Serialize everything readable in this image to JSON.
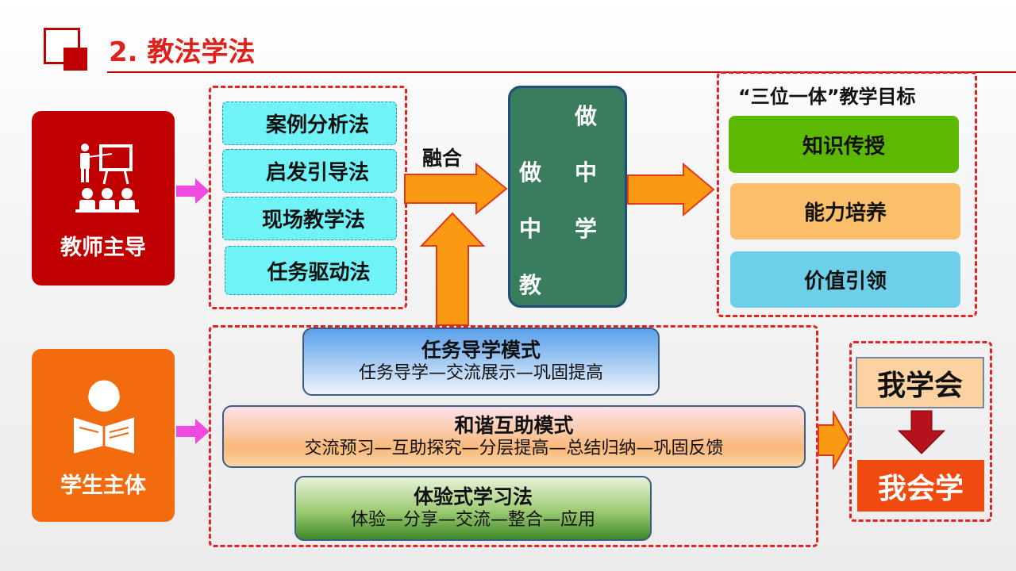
{
  "title": "2. 教法学法",
  "teacher": {
    "label": "教师主导",
    "icon": "teacher-classroom-icon"
  },
  "student": {
    "label": "学生主体",
    "icon": "student-reading-icon"
  },
  "teaching_methods": [
    "案例分析法",
    "启发引导法",
    "现场教学法",
    "任务驱动法"
  ],
  "merge_label": "融合",
  "center": {
    "right_column": [
      "做",
      "中",
      "学"
    ],
    "left_column": [
      "做",
      "中",
      "教"
    ]
  },
  "goals": {
    "heading": "“三位一体”教学目标",
    "items": [
      "知识传授",
      "能力培养",
      "价值引领"
    ]
  },
  "modes": [
    {
      "title": "任务导学模式",
      "steps": "任务导学—交流展示—巩固提高"
    },
    {
      "title": "和谐互助模式",
      "steps": "交流预习—互助探究—分层提高—总结归纳—巩固反馈"
    },
    {
      "title": "体验式学习法",
      "steps": "体验—分享—交流—整合—应用"
    }
  ],
  "outcome": {
    "from": "我学会",
    "to": "我会学"
  },
  "colors": {
    "red": "#c00000",
    "orange": "#f26b0f",
    "cyan": "#6ff3f7",
    "green_box": "#3a7d5e"
  }
}
